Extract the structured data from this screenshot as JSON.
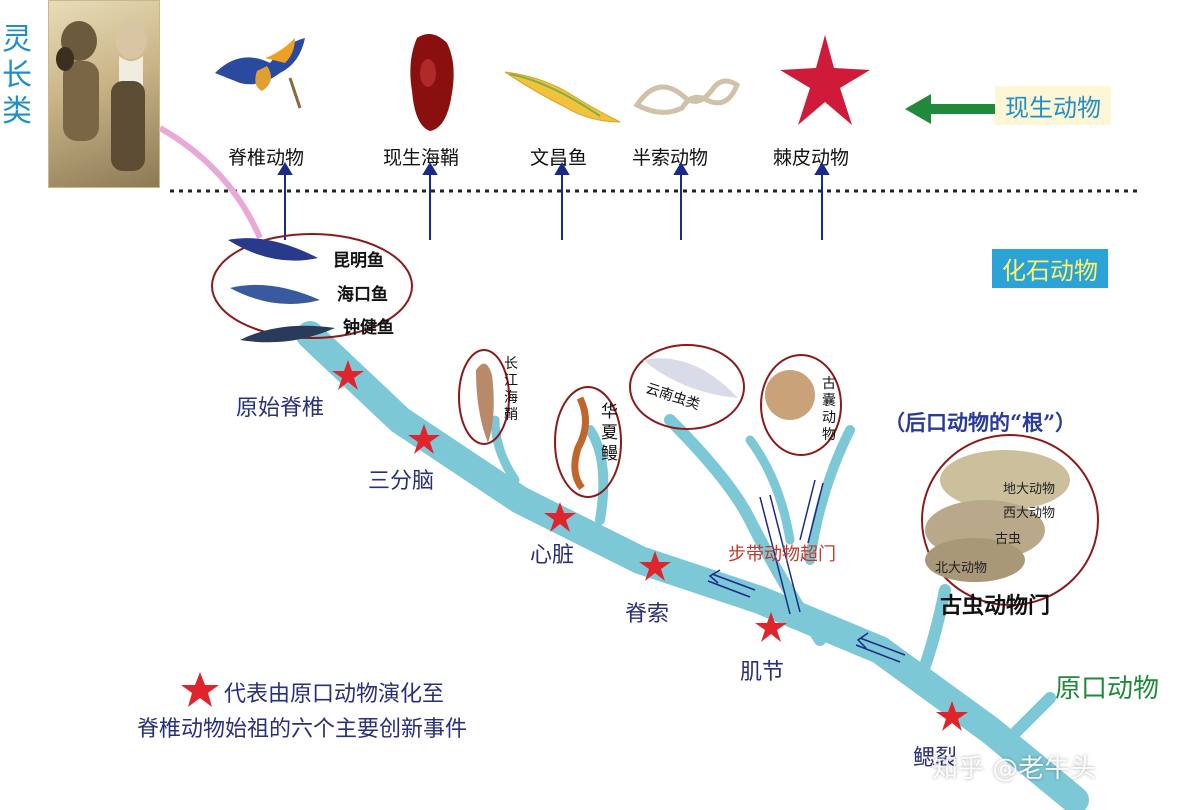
{
  "primate": {
    "label_chars": [
      "灵",
      "长",
      "类"
    ]
  },
  "modern_animals": {
    "legend": "现生动物",
    "items": [
      {
        "label": "脊椎动物",
        "icon": "bird-icon"
      },
      {
        "label": "现生海鞘",
        "icon": "sea-squirt-icon"
      },
      {
        "label": "文昌鱼",
        "icon": "lancelet-icon"
      },
      {
        "label": "半索动物",
        "icon": "acorn-worm-icon"
      },
      {
        "label": "棘皮动物",
        "icon": "starfish-icon"
      }
    ]
  },
  "fossil_animals": {
    "legend": "化石动物",
    "fish": [
      "昆明鱼",
      "海口鱼",
      "钟健鱼"
    ],
    "sea_squirt": "长江海鞘",
    "eel": "华夏鳗",
    "yunnan_worm": "云南虫类",
    "ancient_capsule": "古囊动物",
    "vetulicolia": {
      "sub_labels": [
        "地大动物",
        "西大动物",
        "古虫",
        "北大动物"
      ],
      "phylum": "古虫动物门"
    }
  },
  "innovations": [
    "原始脊椎",
    "三分脑",
    "心脏",
    "脊索",
    "肌节",
    "鳃裂"
  ],
  "superphylum_label": "步带动物超门",
  "deuterostome_root": "（后口动物的“根”）",
  "protostome_label": "原口动物",
  "legend_note": {
    "line1": "代表由原口动物演化至",
    "line2": "脊椎动物始祖的六个主要创新事件"
  },
  "watermark": "知乎 @老牛头",
  "colors": {
    "branch": "#7dc8d6",
    "star": "#e0242c",
    "circle": "#8b1a1a",
    "arrow": "#1a2a8a",
    "green": "#1f8a3a"
  }
}
